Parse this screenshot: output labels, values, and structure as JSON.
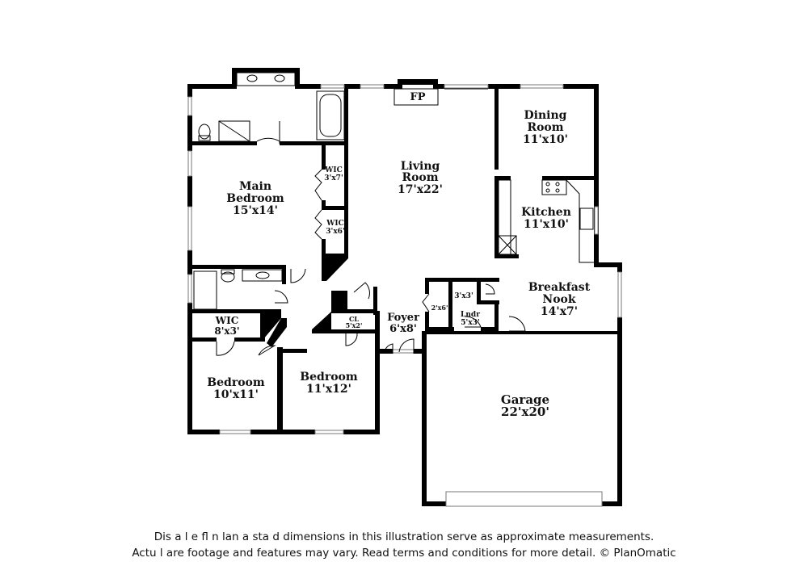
{
  "rooms": {
    "fp": {
      "name": "FP"
    },
    "dining": {
      "name1": "Dining",
      "name2": "Room",
      "dim": "11'x10'"
    },
    "living": {
      "name1": "Living",
      "name2": "Room",
      "dim": "17'x22'"
    },
    "main_bedroom": {
      "name1": "Main",
      "name2": "Bedroom",
      "dim": "15'x14'"
    },
    "wic1": {
      "name": "WIC",
      "dim": "3'x7'"
    },
    "wic2": {
      "name": "WIC",
      "dim": "3'x6'"
    },
    "kitchen": {
      "name": "Kitchen",
      "dim": "11'x10'"
    },
    "breakfast": {
      "name1": "Breakfast",
      "name2": "Nook",
      "dim": "14'x7'"
    },
    "closet_3x3": {
      "dim": "3'x3'"
    },
    "laundry": {
      "name": "Lndr",
      "dim": "5'x3'"
    },
    "closet_2x6": {
      "dim": "2'x6'"
    },
    "foyer": {
      "name": "Foyer",
      "dim": "6'x8'"
    },
    "cl": {
      "name": "CL",
      "dim": "5'x2'"
    },
    "wic3": {
      "name": "WIC",
      "dim": "8'x3'"
    },
    "bedroom1": {
      "name": "Bedroom",
      "dim": "10'x11'"
    },
    "bedroom2": {
      "name": "Bedroom",
      "dim": "11'x12'"
    },
    "garage": {
      "name": "Garage",
      "dim": "22'x20'"
    }
  },
  "disclaimer": {
    "line1": "Dis a     l e fl    n lan a     sta  d dimensions in this illustration serve as approximate measurements.",
    "line2": "Actu   l   are footage and features may vary. Read terms and conditions for more detail. © PlanOmatic"
  }
}
